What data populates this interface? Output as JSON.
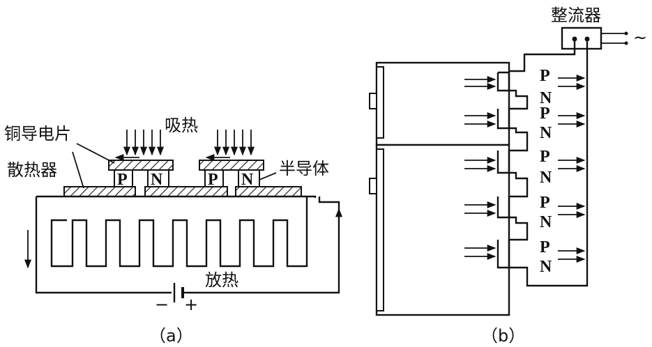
{
  "panel_a": {
    "label_copper": "铜导电片",
    "label_sink": "散热器",
    "label_absorb": "吸热",
    "label_semi": "半导体",
    "label_release": "放热",
    "label_minus": "−",
    "label_plus": "+",
    "caption": "（a）",
    "legs": [
      "P",
      "N",
      "P",
      "N"
    ]
  },
  "panel_b": {
    "label_rectifier": "整流器",
    "label_ac": "~",
    "caption": "（b）",
    "pairs": [
      {
        "p": "P",
        "n": "N"
      },
      {
        "p": "P",
        "n": "N"
      },
      {
        "p": "P",
        "n": "N"
      },
      {
        "p": "P",
        "n": "N"
      },
      {
        "p": "P",
        "n": "N"
      }
    ]
  }
}
